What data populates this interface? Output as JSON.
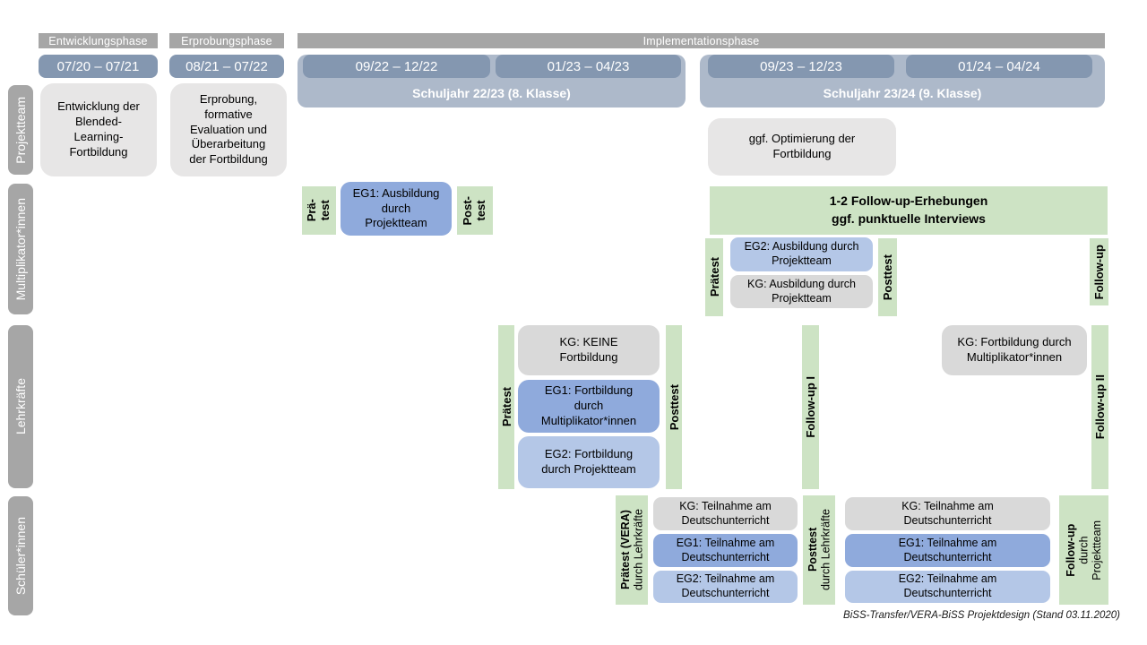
{
  "header": {
    "phases": {
      "p1": "Entwicklungsphase",
      "p2": "Erprobungsphase",
      "p3": "Implementationsphase"
    },
    "dates": {
      "d1": "07/20 – 07/21",
      "d2": "08/21 – 07/22",
      "d3": "09/22 – 12/22",
      "d4": "01/23 – 04/23",
      "d5": "09/23 – 12/23",
      "d6": "01/24 – 04/24"
    },
    "years": {
      "y1": "Schuljahr 22/23 (8. Klasse)",
      "y2": "Schuljahr 23/24 (9. Klasse)"
    }
  },
  "sidebar": {
    "r1": "Projektteam",
    "r2": "Multiplikator*innen",
    "r3": "Lehrkräfte",
    "r4": "Schüler*innen"
  },
  "projektteam": {
    "entwicklung": "Entwicklung der\nBlended-\nLearning-\nFortbildung",
    "erprobung": "Erprobung,\nformative\nEvaluation und\nÜberarbeitung\nder Fortbildung",
    "optimierung": "ggf. Optimierung der\nFortbildung"
  },
  "multiplikatoren": {
    "praetest1_l1": "Prä-",
    "praetest1_l2": "test",
    "eg1": "EG1: Ausbildung\ndurch\nProjektteam",
    "posttest1_l1": "Post-",
    "posttest1_l2": "test",
    "band_l1": "1-2 Follow-up-Erhebungen",
    "band_l2": "ggf. punktuelle Interviews",
    "praetest2": "Prätest",
    "eg2": "EG2: Ausbildung durch\nProjektteam",
    "kg": "KG: Ausbildung durch\nProjektteam",
    "posttest2": "Posttest",
    "followup": "Follow-up"
  },
  "lehrkraefte": {
    "praetest": "Prätest",
    "kg": "KG: KEINE\nFortbildung",
    "eg1": "EG1: Fortbildung\ndurch\nMultiplikator*innen",
    "eg2": "EG2: Fortbildung\ndurch Projektteam",
    "posttest": "Posttest",
    "followup1": "Follow-up I",
    "kg2": "KG: Fortbildung durch\nMultiplikator*innen",
    "followup2": "Follow-up II"
  },
  "schueler": {
    "praetest_main": "Prätest (VERA)",
    "praetest_sub": "durch Lehrkräfte",
    "kg1": "KG: Teilnahme am\nDeutschunterricht",
    "eg1a": "EG1: Teilnahme am\nDeutschunterricht",
    "eg2a": "EG2: Teilnahme am\nDeutschunterricht",
    "posttest_main": "Posttest",
    "posttest_sub": "durch Lehrkräfte",
    "kg2": "KG: Teilnahme am\nDeutschunterricht",
    "eg1b": "EG1: Teilnahme am\nDeutschunterricht",
    "eg2b": "EG2: Teilnahme am\nDeutschunterricht",
    "followup_main": "Follow-up",
    "followup_sub1": "durch",
    "followup_sub2": "Projektteam"
  },
  "footer": {
    "caption": "BiSS-Transfer/VERA-BiSS Projektdesign (Stand 03.11.2020)"
  },
  "colors": {
    "phase_gray": "#a6a6a6",
    "date_blue": "#8497b0",
    "year_band_blue": "#adb9ca",
    "light_gray_box": "#e7e6e6",
    "kg_gray": "#d9d9d9",
    "eg1_blue": "#8faadc",
    "eg2_blue": "#b4c7e7",
    "measure_green": "#cde3c4"
  }
}
